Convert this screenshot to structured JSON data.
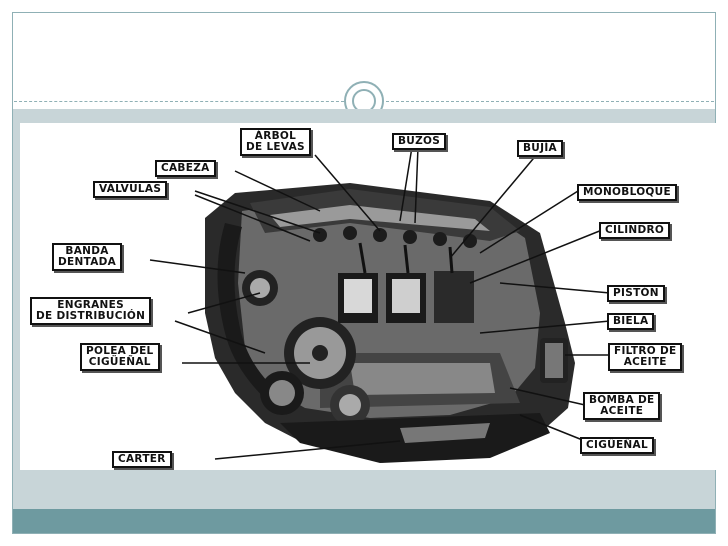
{
  "slide": {
    "title": ""
  },
  "labels": {
    "arbol_levas": [
      "ÁRBOL",
      "DE LEVAS"
    ],
    "buzos": "BUZOS",
    "bujia": "BUJÍA",
    "cabeza": "CABEZA",
    "valvulas": "VÁLVULAS",
    "monobloque": "MONOBLOQUE",
    "cilindro": "CILINDRO",
    "banda_dentada": [
      "BANDA",
      "DENTADA"
    ],
    "engranes": [
      "ENGRANES",
      "DE DISTRIBUCIÓN"
    ],
    "piston": "PISTÓN",
    "biela": "BIELA",
    "polea": [
      "POLEA DEL",
      "CIGÜEÑAL"
    ],
    "filtro": [
      "FILTRO DE",
      "ACEITE"
    ],
    "bomba": [
      "BOMBA DE",
      "ACEITE"
    ],
    "carter": "CARTER",
    "ciguenal": "CIGÜEÑAL"
  },
  "colors": {
    "frame": "#8fb0b5",
    "content_band": "#c8d5d8",
    "footer_band": "#6e9aa0",
    "ink": "#111111"
  }
}
